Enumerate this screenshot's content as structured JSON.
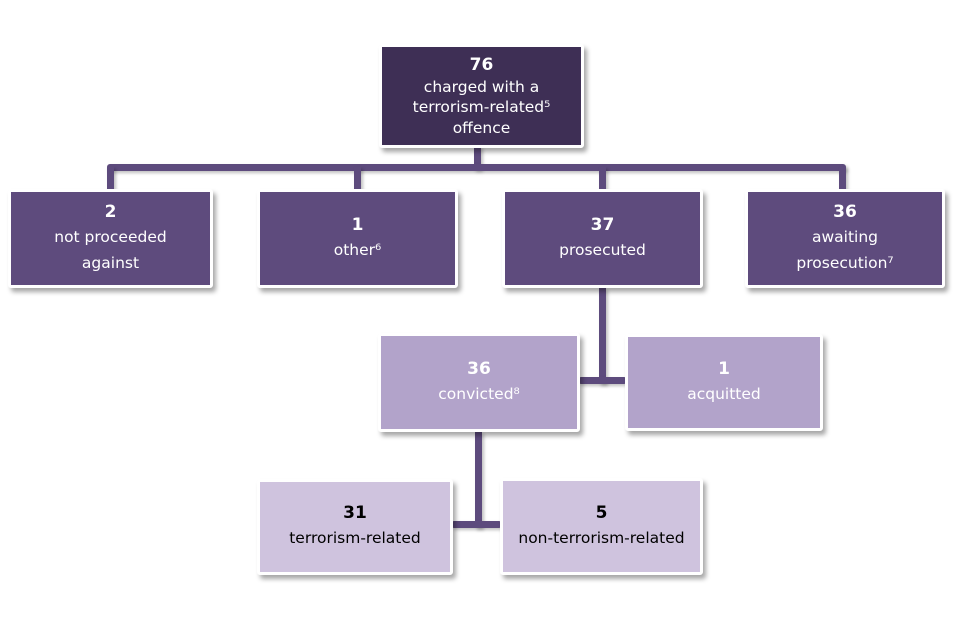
{
  "colors": {
    "level1_bg": "#3e2f55",
    "level2_bg": "#5e4b7d",
    "level3_bg": "#b2a3ca",
    "level4_bg": "#cfc3de",
    "connector": "#5d4b7d",
    "light_text": "#ffffff",
    "dark_text": "#000000"
  },
  "flowchart": {
    "type": "hierarchy",
    "nodes": [
      {
        "id": "charged",
        "value": "76",
        "label_lines": [
          "charged with a",
          "terrorism-related⁵",
          "offence"
        ],
        "level": 1
      },
      {
        "id": "not-proceeded-against",
        "value": "2",
        "label_lines": [
          "not proceeded",
          "against"
        ],
        "level": 2
      },
      {
        "id": "other",
        "value": "1",
        "label_lines": [
          "other⁶"
        ],
        "level": 2
      },
      {
        "id": "prosecuted",
        "value": "37",
        "label_lines": [
          "prosecuted"
        ],
        "level": 2
      },
      {
        "id": "awaiting-prosecution",
        "value": "36",
        "label_lines": [
          "awaiting",
          "prosecution⁷"
        ],
        "level": 2
      },
      {
        "id": "convicted",
        "value": "36",
        "label_lines": [
          "convicted⁸"
        ],
        "level": 3
      },
      {
        "id": "acquitted",
        "value": "1",
        "label_lines": [
          "acquitted"
        ],
        "level": 3
      },
      {
        "id": "terrorism-related",
        "value": "31",
        "label_lines": [
          "terrorism-related"
        ],
        "level": 4
      },
      {
        "id": "non-terrorism-related",
        "value": "5",
        "label_lines": [
          "non-terrorism-related"
        ],
        "level": 4
      }
    ],
    "edges": [
      [
        "charged",
        "not-proceeded-against"
      ],
      [
        "charged",
        "other"
      ],
      [
        "charged",
        "prosecuted"
      ],
      [
        "charged",
        "awaiting-prosecution"
      ],
      [
        "prosecuted",
        "convicted"
      ],
      [
        "prosecuted",
        "acquitted"
      ],
      [
        "convicted",
        "terrorism-related"
      ],
      [
        "convicted",
        "non-terrorism-related"
      ]
    ]
  }
}
